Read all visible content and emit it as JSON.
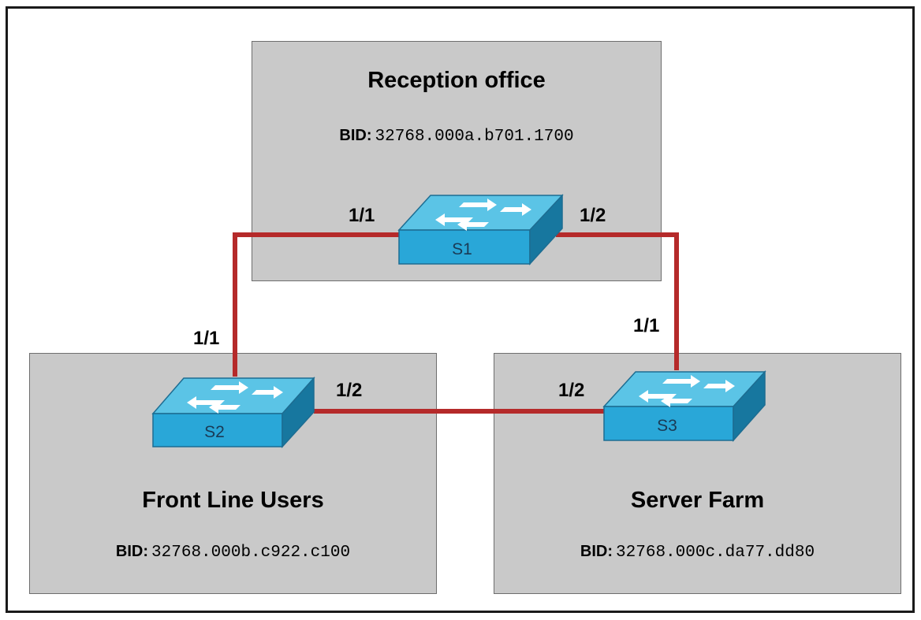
{
  "sites": {
    "reception": {
      "title": "Reception office",
      "bid_label": "BID:",
      "bid_value": "32768.000a.b701.1700"
    },
    "frontline": {
      "title": "Front Line Users",
      "bid_label": "BID:",
      "bid_value": "32768.000b.c922.c100"
    },
    "serverfarm": {
      "title": "Server Farm",
      "bid_label": "BID:",
      "bid_value": "32768.000c.da77.dd80"
    }
  },
  "switches": {
    "s1": "S1",
    "s2": "S2",
    "s3": "S3"
  },
  "ports": {
    "s1_left": "1/1",
    "s1_right": "1/2",
    "s2_top": "1/1",
    "s2_right": "1/2",
    "s3_top": "1/1",
    "s3_left": "1/2"
  },
  "colors": {
    "link": "#b52a2a",
    "switch_top": "#5bc4e6",
    "switch_front": "#29a7d8",
    "switch_side": "#17779f",
    "site_fill": "#c9c9c9"
  },
  "icons": {
    "switch": "network-switch-icon"
  }
}
